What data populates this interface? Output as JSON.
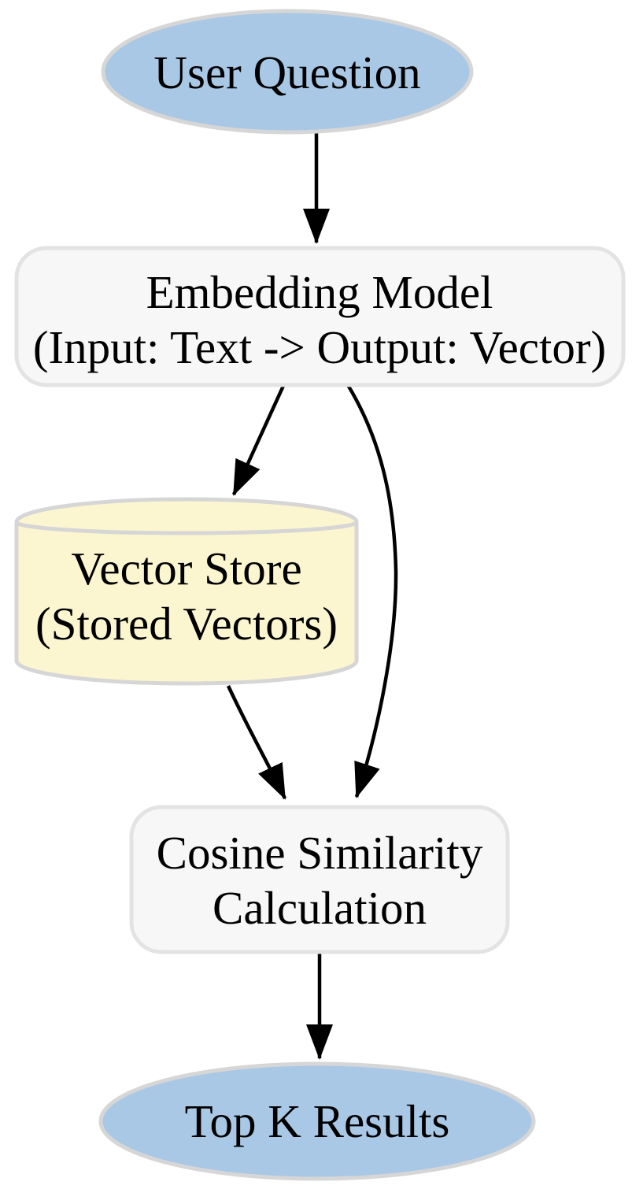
{
  "diagram": {
    "kind": "flowchart",
    "direction": "top-to-bottom",
    "background": "#ffffff",
    "colors": {
      "terminal_fill": "#a8c8e6",
      "terminal_border": "#d6d6d6",
      "process_fill": "#f7f7f7",
      "process_border": "#e3e3e3",
      "store_fill": "#fcf6d0",
      "store_border": "#d6d6d6",
      "edge": "#000000",
      "text": "#000000"
    },
    "nodes": {
      "user_question": {
        "shape": "ellipse",
        "label": "User Question"
      },
      "embedding_model": {
        "shape": "rounded-rectangle",
        "line1": "Embedding Model",
        "line2": "(Input: Text -> Output: Vector)"
      },
      "vector_store": {
        "shape": "cylinder",
        "line1": "Vector Store",
        "line2": "(Stored Vectors)"
      },
      "cosine_similarity": {
        "shape": "rounded-rectangle",
        "line1": "Cosine Similarity",
        "line2": "Calculation"
      },
      "top_k_results": {
        "shape": "ellipse",
        "label": "Top K Results"
      }
    },
    "edges": [
      {
        "from": "user_question",
        "to": "embedding_model"
      },
      {
        "from": "embedding_model",
        "to": "vector_store"
      },
      {
        "from": "embedding_model",
        "to": "cosine_similarity"
      },
      {
        "from": "vector_store",
        "to": "cosine_similarity"
      },
      {
        "from": "cosine_similarity",
        "to": "top_k_results"
      }
    ]
  }
}
